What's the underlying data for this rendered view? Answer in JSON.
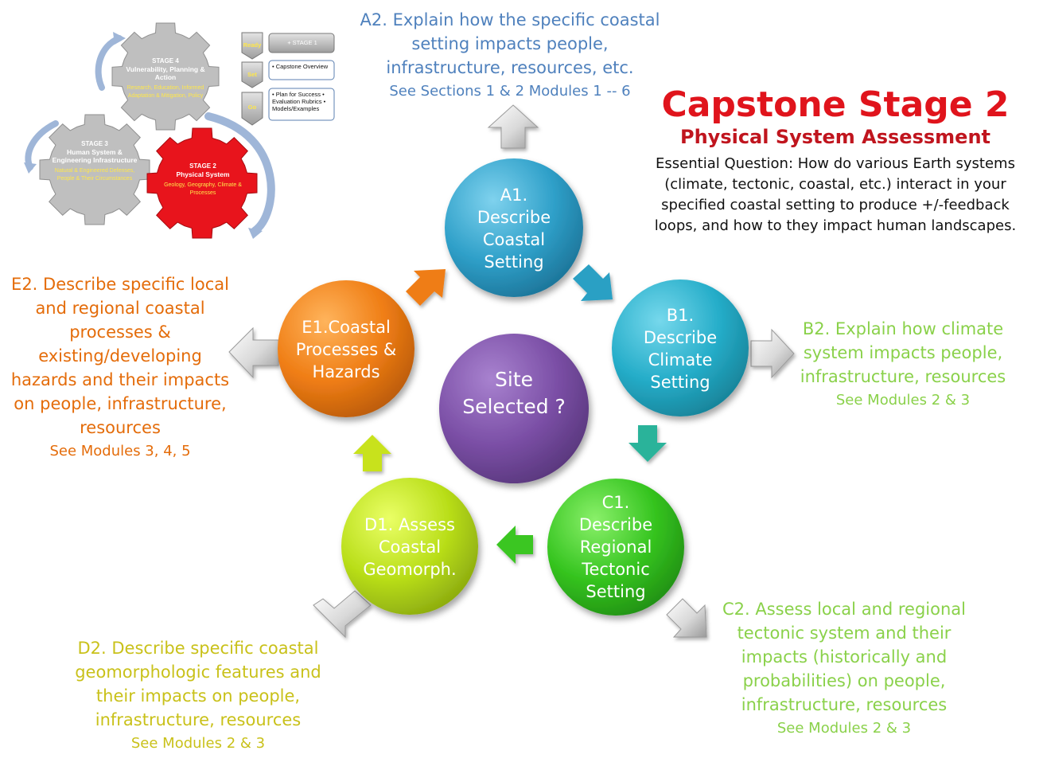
{
  "title": "Capstone Stage 2",
  "subtitle": "Physical System Assessment",
  "essential_question": "Essential Question: How do various Earth systems (climate, tectonic, coastal, etc.) interact in your specified coastal setting to produce +/-feedback loops, and how to they impact human landscapes.",
  "center": {
    "text": "Site Selected ?",
    "color": "#7b4fa6"
  },
  "steps": [
    {
      "id": "A1",
      "text": "A1. Describe Coastal Setting",
      "color": "#2f9ec6"
    },
    {
      "id": "B1",
      "text": "B1. Describe Climate Setting",
      "color": "#27aecb"
    },
    {
      "id": "C1",
      "text": "C1. Describe Regional Tectonic Setting",
      "color": "#34c21e"
    },
    {
      "id": "D1",
      "text": "D1. Assess Coastal Geomorph.",
      "color": "#b6dc1a"
    },
    {
      "id": "E1",
      "text": "E1.Coastal Processes & Hazards",
      "color": "#ee7c13"
    }
  ],
  "outcomes": {
    "A2": {
      "text": "A2. Explain how the specific coastal setting impacts people, infrastructure, resources, etc.",
      "ref": "See Sections 1 & 2 Modules 1 -- 6",
      "color": "#4f81bd"
    },
    "B2": {
      "text": "B2. Explain how climate system impacts people, infrastructure, resources",
      "ref": "See Modules 2 & 3",
      "color": "#8ad14a"
    },
    "C2": {
      "text": "C2. Assess local and regional tectonic system and their impacts (historically and probabilities) on people, infrastructure, resources",
      "ref": "See Modules 2 & 3",
      "color": "#8ad14a"
    },
    "D2": {
      "text": "D2. Describe specific coastal geomorphologic features and their impacts on people, infrastructure, resources",
      "ref": "See Modules 2 & 3",
      "color": "#c9c11a"
    },
    "E2": {
      "text": "E2. Describe specific local and regional coastal processes & existing/developing hazards and their impacts on people, infrastructure, resources",
      "ref": "See Modules 3, 4, 5",
      "color": "#e46c0a"
    }
  },
  "overview": {
    "gears": [
      {
        "stage": "STAGE 4",
        "title": "Vulnerability, Planning & Action",
        "detail": "Research, Education, Informed Adaptation & Mitigation, Policy",
        "color": "#bfbfbf"
      },
      {
        "stage": "STAGE 3",
        "title": "Human System & Engineering Infrastructure",
        "detail": "Natural & Engineered Defenses, People & Their Circumstances",
        "color": "#bfbfbf"
      },
      {
        "stage": "STAGE 2",
        "title": "Physical System",
        "detail": "Geology, Geography, Climate & Processes",
        "color": "#e8141c"
      }
    ],
    "flow": [
      {
        "tag": "Ready",
        "box": "+ STAGE 1"
      },
      {
        "tag": "Set",
        "box": "• Capstone Overview"
      },
      {
        "tag": "Go",
        "box": "• Plan for Success • Evaluation Rubrics • Models/Examples"
      }
    ]
  }
}
